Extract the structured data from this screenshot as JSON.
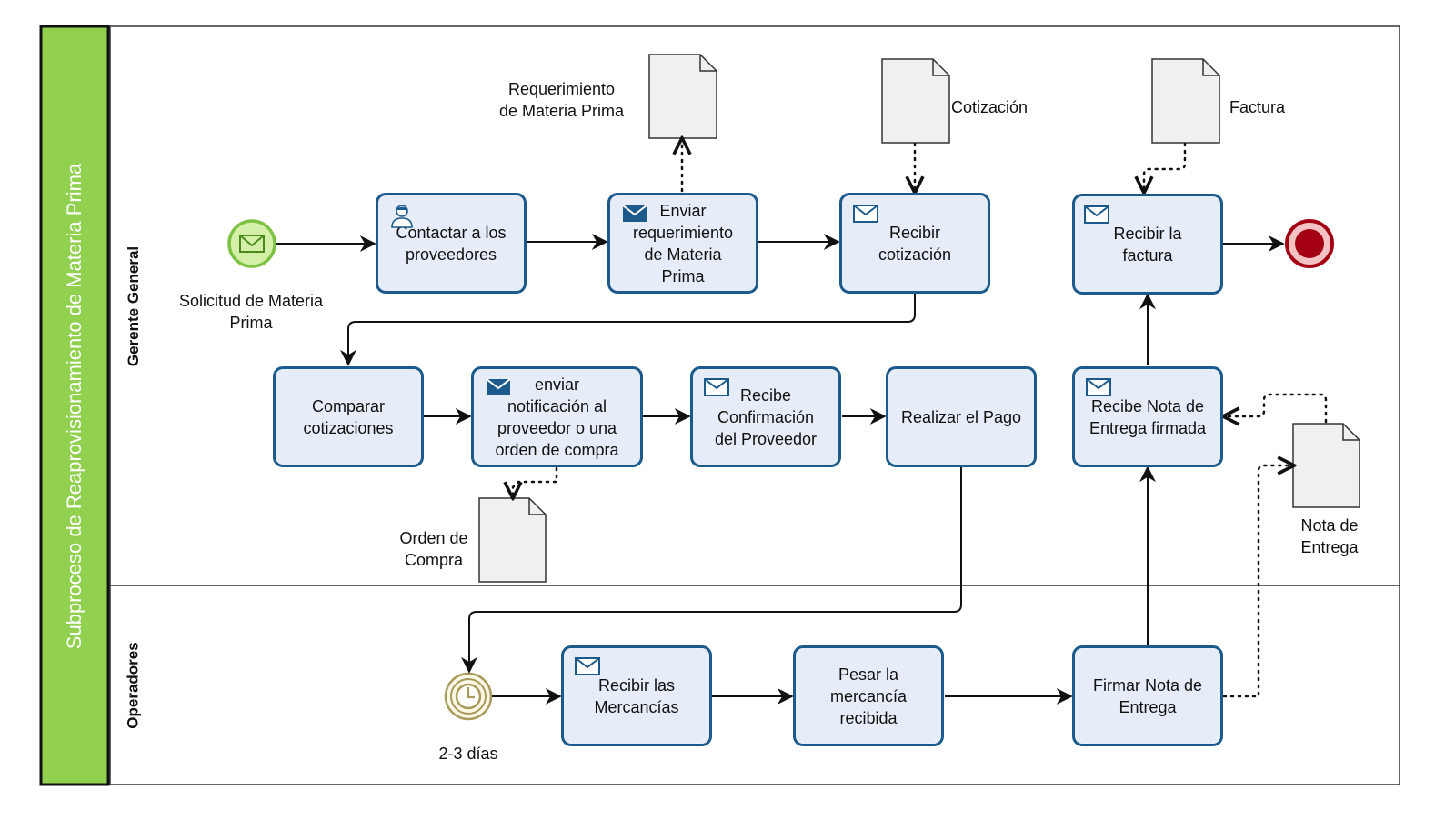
{
  "pool": {
    "title": "Subproceso de Reaprovisionamiento de Materia Prima",
    "title_bg": "#92d050"
  },
  "lanes": [
    {
      "id": "gerente",
      "title": "Gerente General"
    },
    {
      "id": "operadores",
      "title": "Operadores"
    }
  ],
  "tasks": [
    {
      "id": "contactar",
      "label": "Contactar a los\nproveedores",
      "icon": "user-icon"
    },
    {
      "id": "enviar_req",
      "label": "Enviar\nrequerimiento\nde Materia\nPrima",
      "icon": "envelope-icon"
    },
    {
      "id": "recibir_cot",
      "label": "Recibir\ncotización",
      "icon": "envelope-icon"
    },
    {
      "id": "recibir_fact",
      "label": "Recibir la\nfactura",
      "icon": "envelope-icon"
    },
    {
      "id": "comparar",
      "label": "Comparar\ncotizaciones",
      "icon": ""
    },
    {
      "id": "enviar_notif",
      "label": "enviar\nnotificación al\nproveedor o una\norden de compra",
      "icon": "envelope-icon"
    },
    {
      "id": "recibe_conf",
      "label": "Recibe\nConfirmación\ndel Proveedor",
      "icon": "envelope-icon"
    },
    {
      "id": "realizar_pago",
      "label": "Realizar el Pago",
      "icon": ""
    },
    {
      "id": "recibe_nota",
      "label": "Recibe Nota de\nEntrega firmada",
      "icon": "envelope-icon"
    },
    {
      "id": "recibir_merc",
      "label": "Recibir las\nMercancías",
      "icon": "envelope-icon"
    },
    {
      "id": "pesar",
      "label": "Pesar la\nmercancía\nrecibida",
      "icon": ""
    },
    {
      "id": "firmar",
      "label": "Firmar Nota de\nEntrega",
      "icon": ""
    }
  ],
  "documents": [
    {
      "id": "req_doc",
      "label": "Requerimiento\nde Materia Prima"
    },
    {
      "id": "cot_doc",
      "label": "Cotización"
    },
    {
      "id": "fact_doc",
      "label": "Factura"
    },
    {
      "id": "orden_doc",
      "label": "Orden de\nCompra"
    },
    {
      "id": "nota_doc",
      "label": "Nota de\nEntrega"
    }
  ],
  "events": [
    {
      "id": "start",
      "type": "message-start",
      "label": "Solicitud de Materia\nPrima"
    },
    {
      "id": "timer",
      "type": "timer-intermediate",
      "label": "2-3 días"
    },
    {
      "id": "end",
      "type": "end",
      "label": ""
    }
  ],
  "colors": {
    "task_fill": "#e6edf8",
    "task_stroke": "#1b5a8a",
    "start_fill": "#d4f0a8",
    "start_stroke": "#7cc142",
    "end_fill": "#a30014",
    "timer_stroke": "#a89a5a",
    "doc_fill": "#f0f0f0"
  }
}
